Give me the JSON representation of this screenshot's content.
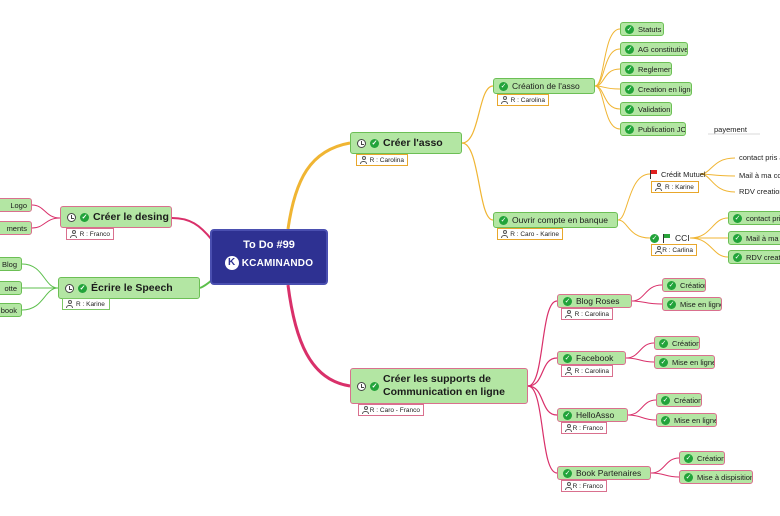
{
  "center": {
    "title": "To Do #99",
    "logo": "KCAMINANDO",
    "logo_mark": "K"
  },
  "branches": {
    "creer_asso": {
      "label": "Créer l'asso",
      "resp": "R : Carolina",
      "creation": {
        "label": "Création de l'asso",
        "resp": "R : Carolina",
        "items": [
          "Statuts",
          "AG constitutive",
          "Reglement",
          "Creation en ligne",
          "Validation",
          "Publication JO"
        ],
        "note": "payement"
      },
      "compte": {
        "label": "Ouvrir compte en banque",
        "resp": "R : Caro - Karine",
        "credit": {
          "label": "Crédit Mutuel",
          "resp": "R : Karine",
          "notes": [
            "contact pris a",
            "Mail à ma co",
            "RDV creation"
          ]
        },
        "cci": {
          "label": "CCI",
          "resp": "R : Carlina",
          "items": [
            "contact pris",
            "Mail à ma c",
            "RDV creati"
          ]
        }
      }
    },
    "supports": {
      "label_line1": "Créer les supports de",
      "label_line2": "Communication en ligne",
      "resp": "R : Caro - Franco",
      "blog": {
        "label": "Blog Roses",
        "resp": "R : Carolina",
        "items": [
          "Création",
          "Mise en ligne"
        ]
      },
      "facebook": {
        "label": "Facebook",
        "resp": "R : Carolina",
        "items": [
          "Création",
          "Mise en ligne"
        ]
      },
      "helloasso": {
        "label": "HelloAsso",
        "resp": "R : Franco",
        "items": [
          "Création",
          "Mise en ligne"
        ]
      },
      "book": {
        "label": "Book Partenaires",
        "resp": "R : Franco",
        "items": [
          "Création",
          "Mise à dispisition"
        ]
      }
    },
    "desing": {
      "label": "Créer le desing",
      "resp": "R : Franco",
      "items": [
        "Logo",
        "ments"
      ]
    },
    "speech": {
      "label": "Écrire le Speech",
      "resp": "R : Karine",
      "items": [
        "Blog",
        "otte",
        "book"
      ]
    }
  },
  "colors": {
    "center": "#2e3192",
    "node_fill": "#b3e6a3",
    "orange_link": "#f0b533",
    "pink_link": "#d9306a",
    "green_link": "#5cbf4c"
  }
}
